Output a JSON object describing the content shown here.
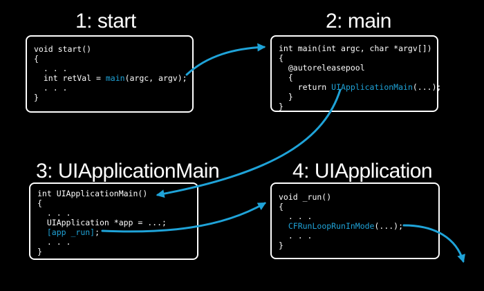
{
  "colors": {
    "background": "#000000",
    "text": "#ffffff",
    "accent": "#1fa3d8"
  },
  "steps": [
    {
      "title": "1: start",
      "code": [
        {
          "pre": "void start()"
        },
        {
          "pre": "{"
        },
        {
          "pre": "  . . ."
        },
        {
          "pre": "  int retVal = ",
          "hl": "main",
          "post": "(argc, argv);"
        },
        {
          "pre": "  . . ."
        },
        {
          "pre": "}"
        }
      ]
    },
    {
      "title": "2: main",
      "code": [
        {
          "pre": "int main(int argc, char *argv[])"
        },
        {
          "pre": "{"
        },
        {
          "pre": "  @autoreleasepool"
        },
        {
          "pre": "  {"
        },
        {
          "pre": "    return ",
          "hl": "UIApplicationMain",
          "post": "(...);"
        },
        {
          "pre": "  }"
        },
        {
          "pre": "}"
        }
      ]
    },
    {
      "title": "3: UIApplicationMain",
      "code": [
        {
          "pre": "int UIApplicationMain()"
        },
        {
          "pre": "{"
        },
        {
          "pre": "  . . ."
        },
        {
          "pre": "  UIApplication *app = ...;"
        },
        {
          "pre": "  ",
          "hl": "[app _run]",
          "post": ";"
        },
        {
          "pre": "  . . ."
        },
        {
          "pre": "}"
        }
      ]
    },
    {
      "title": "4: UIApplication",
      "code": [
        {
          "pre": "void _run()"
        },
        {
          "pre": "{"
        },
        {
          "pre": "  . . ."
        },
        {
          "pre": "  ",
          "hl": "CFRunLoopRunInMode",
          "post": "(...);"
        },
        {
          "pre": "  . . ."
        },
        {
          "pre": "}"
        }
      ]
    }
  ]
}
